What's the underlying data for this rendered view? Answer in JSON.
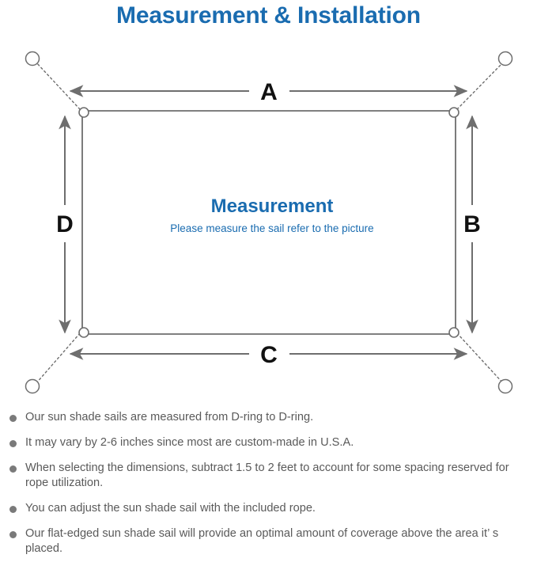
{
  "page": {
    "title": "Measurement & Installation",
    "title_color": "#1a6cb0",
    "background": "#ffffff",
    "body_text_color": "#5a5a5a"
  },
  "diagram": {
    "center_heading": "Measurement",
    "center_subtext": "Please measure the sail refer to the picture",
    "accent_color": "#1a6cb0",
    "line_color": "#6e6e6e",
    "dimension_labels": {
      "top": "A",
      "right": "B",
      "bottom": "C",
      "left": "D"
    },
    "icons": {
      "d_ring": "d-ring-icon",
      "anchor_point": "anchor-point-icon",
      "rope": "dotted-rope-line-icon"
    }
  },
  "notes": {
    "bullet_color": "#7a7a7a",
    "items": [
      "Our sun shade sails are measured from D-ring to D-ring.",
      "It may vary by 2-6 inches since most are custom-made in U.S.A.",
      "When selecting the dimensions, subtract 1.5 to 2 feet to account for some spacing reserved for rope utilization.",
      "You can adjust the sun shade sail with the included rope.",
      "Our flat-edged sun shade sail will provide an optimal amount of coverage above the area it’ s placed."
    ]
  }
}
